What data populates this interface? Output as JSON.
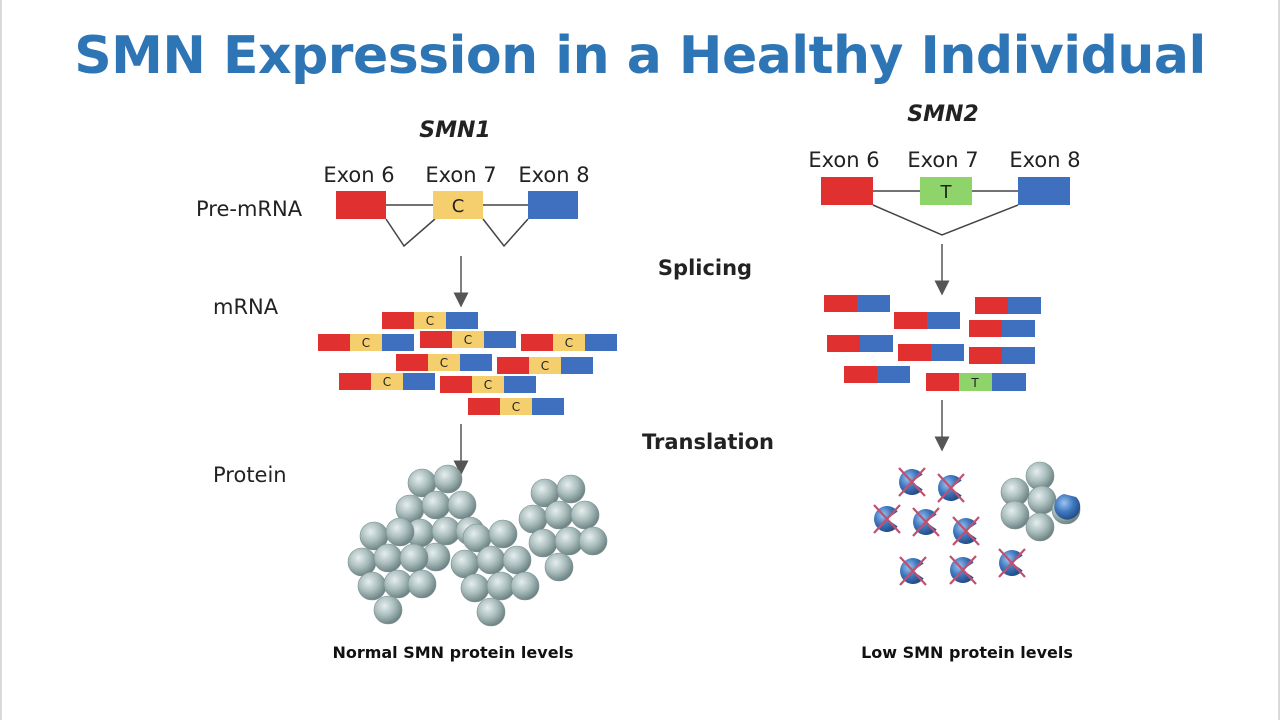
{
  "title": "SMN Expression in a Healthy Individual",
  "colors": {
    "title": "#2e75b6",
    "exon6": "#e03030",
    "exon7_smn1": "#f5cf6e",
    "exon7_smn2": "#8fd46a",
    "exon8": "#3f6fbf",
    "protein": "#a9bcbc",
    "protein_mutant": "#3f78c0",
    "cross": "#c0506e"
  },
  "rows": {
    "pre_mrna": "Pre-mRNA",
    "mrna": "mRNA",
    "protein": "Protein"
  },
  "steps": {
    "splicing": "Splicing",
    "translation": "Translation"
  },
  "smn1": {
    "gene": "SMN1",
    "exon6": "Exon 6",
    "exon7": "Exon 7",
    "exon8": "Exon 8",
    "nucleotide": "C",
    "caption": "Normal SMN protein levels"
  },
  "smn2": {
    "gene": "SMN2",
    "exon6": "Exon 6",
    "exon7": "Exon 7",
    "exon8": "Exon 8",
    "nucleotide": "T",
    "caption": "Low SMN protein levels"
  }
}
